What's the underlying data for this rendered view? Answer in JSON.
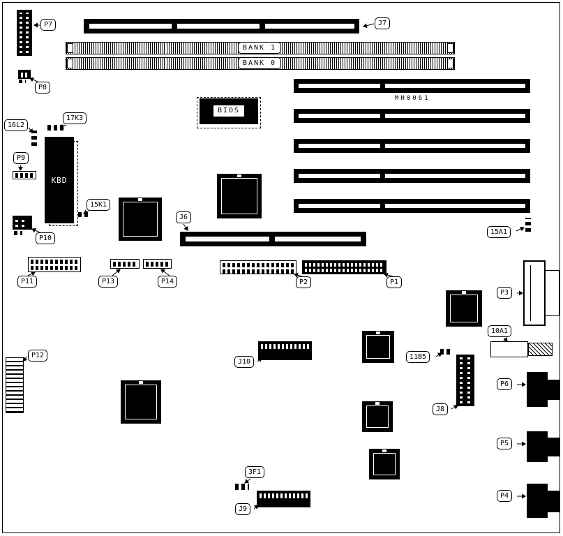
{
  "board": {
    "id": "MH0061"
  },
  "labels": {
    "P7": "P7",
    "J7": "J7",
    "BANK1": "BANK 1",
    "BANK0": "BANK 0",
    "P8": "P8",
    "BIOS": "BIOS",
    "16L2": "16L2",
    "17K3": "17K3",
    "KBD": "KBD",
    "P9": "P9",
    "15K1": "15K1",
    "J6": "J6",
    "15A1": "15A1",
    "P10": "P10",
    "P11": "P11",
    "P13": "P13",
    "P14": "P14",
    "P2": "P2",
    "P1": "P1",
    "P3": "P3",
    "10A1": "10A1",
    "J10": "J10",
    "11B5": "11B5",
    "J8": "J8",
    "P6": "P6",
    "P12": "P12",
    "P5": "P5",
    "3F1": "3F1",
    "J9": "J9",
    "P4": "P4"
  }
}
